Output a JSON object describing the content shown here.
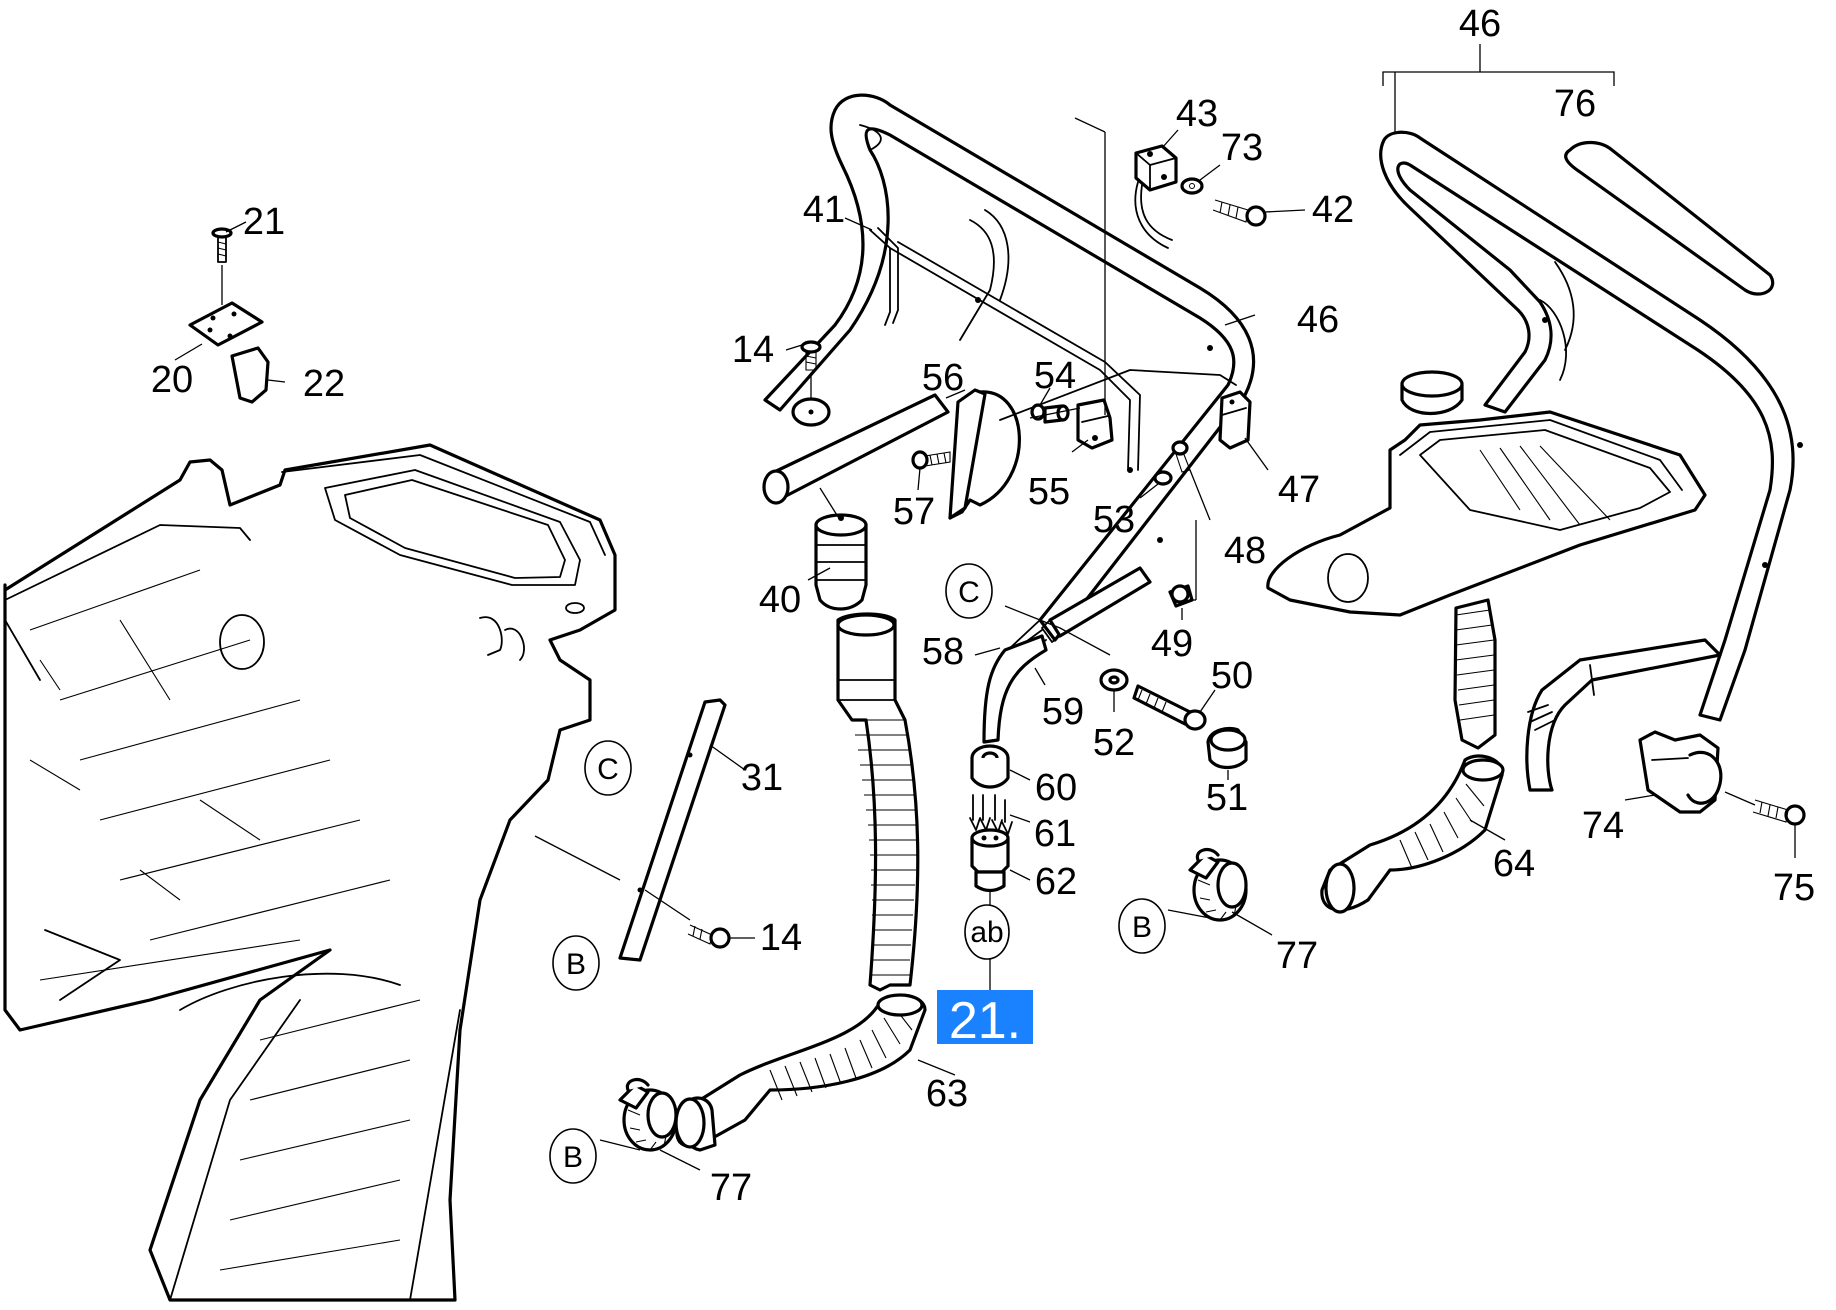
{
  "diagram": {
    "highlight": {
      "label": "21.",
      "color": "#1a82ff"
    },
    "callouts": {
      "c46_top": "46",
      "c76": "76",
      "c43": "43",
      "c73": "73",
      "c42": "42",
      "c41": "41",
      "c21": "21",
      "c14_top": "14",
      "c56": "56",
      "c54": "54",
      "c46_mid": "46",
      "c20": "20",
      "c22": "22",
      "c57": "57",
      "c55": "55",
      "c47": "47",
      "c53": "53",
      "c48": "48",
      "c40": "40",
      "c49": "49",
      "c58": "58",
      "c50": "50",
      "c59": "59",
      "c52": "52",
      "c31": "31",
      "c60": "60",
      "c51": "51",
      "c61": "61",
      "c74": "74",
      "c62": "62",
      "c64": "64",
      "c75": "75",
      "c14_bot": "14",
      "c77_right": "77",
      "c63": "63",
      "c77_left": "77"
    },
    "refs": {
      "C_left": "C",
      "C_mid": "C",
      "B_left": "B",
      "B_bottom": "B",
      "B_right": "B",
      "ab": "ab"
    }
  }
}
